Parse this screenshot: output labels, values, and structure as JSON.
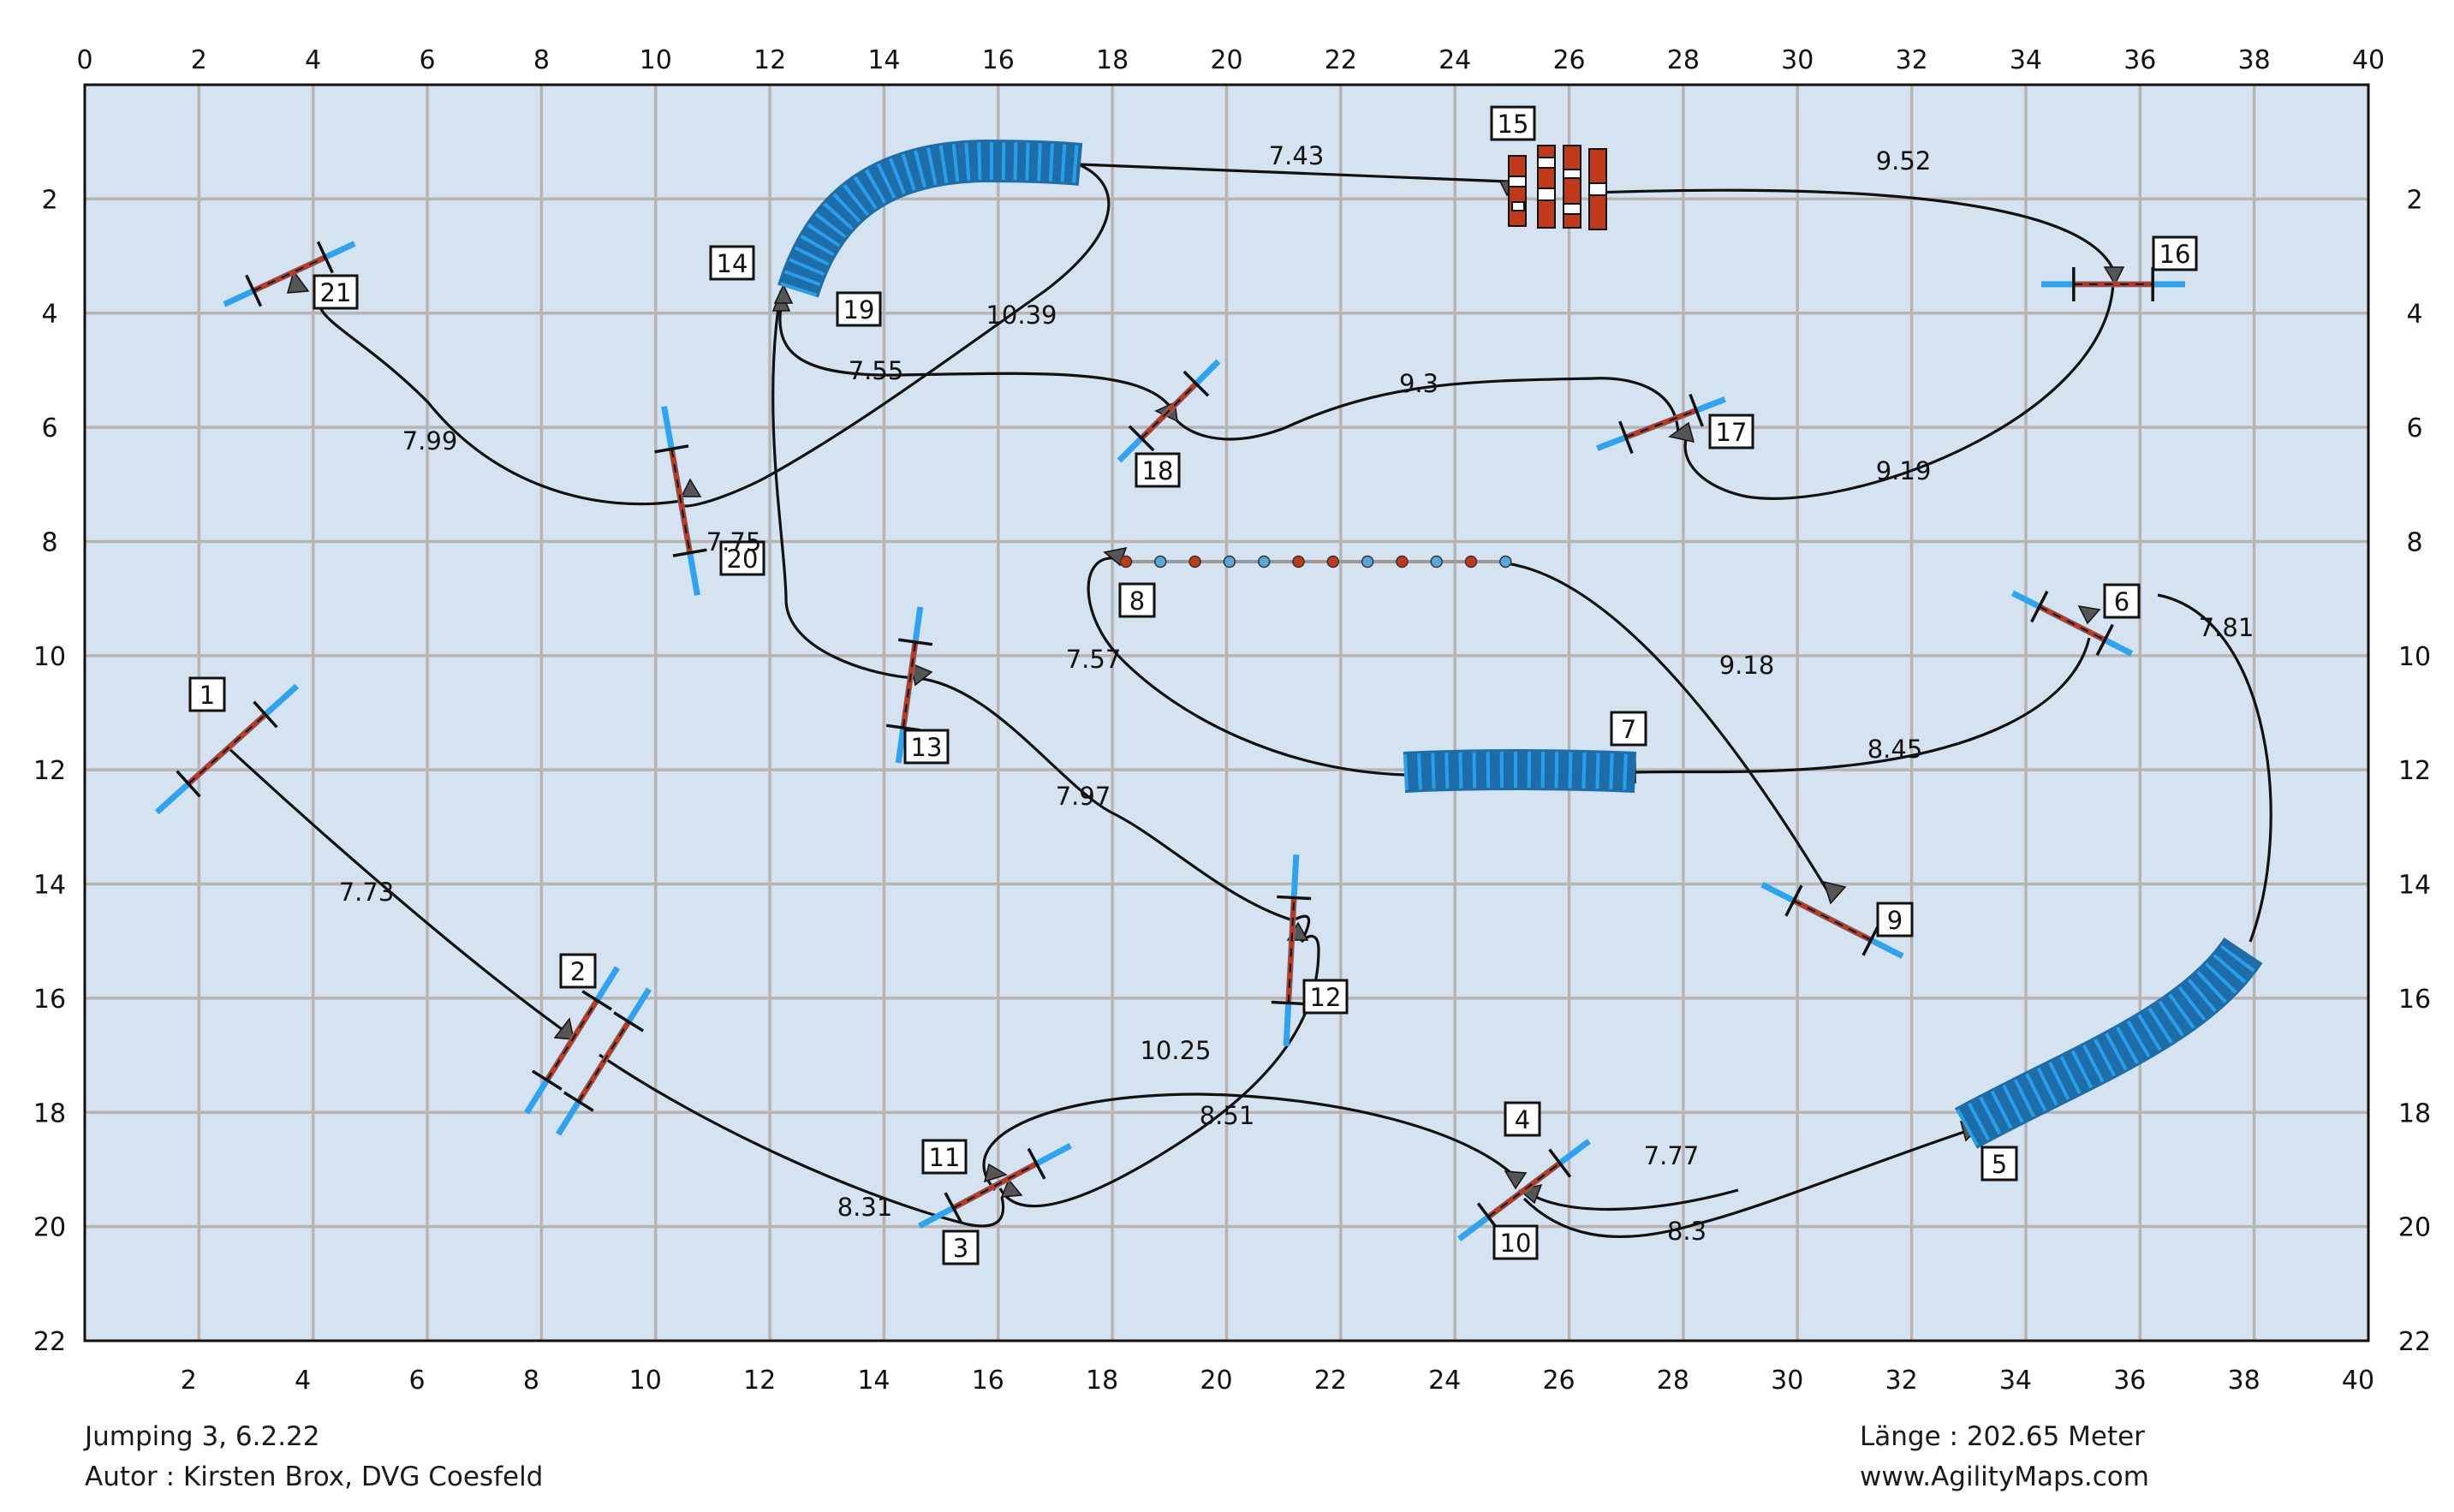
{
  "colors": {
    "field": "#d4e3ef",
    "grid": "#b5b5b5",
    "tunnel": "#2a9fe8",
    "pole_red": "#c0391b",
    "pole_blue": "#2ea4f0",
    "path": "#111111",
    "arrow": "#555555"
  },
  "axes": {
    "x_ticks_top": [
      "0",
      "2",
      "4",
      "6",
      "8",
      "10",
      "12",
      "14",
      "16",
      "18",
      "20",
      "22",
      "24",
      "26",
      "28",
      "30",
      "32",
      "34",
      "36",
      "38",
      "40"
    ],
    "x_ticks_bottom": [
      "2",
      "4",
      "6",
      "8",
      "10",
      "12",
      "14",
      "16",
      "18",
      "20",
      "22",
      "24",
      "26",
      "28",
      "30",
      "32",
      "34",
      "36",
      "38",
      "40"
    ],
    "y_ticks": [
      "2",
      "4",
      "6",
      "8",
      "10",
      "12",
      "14",
      "16",
      "18",
      "20",
      "22"
    ],
    "x_range": [
      0,
      40
    ],
    "y_range": [
      0,
      22
    ]
  },
  "course": {
    "obstacles": [
      {
        "number": "1",
        "type": "jump",
        "icon": "hurdle-icon"
      },
      {
        "number": "2",
        "type": "double-jump",
        "icon": "double-hurdle-icon"
      },
      {
        "number": "3",
        "type": "jump",
        "icon": "hurdle-icon"
      },
      {
        "number": "4",
        "type": "jump",
        "icon": "hurdle-icon"
      },
      {
        "number": "5",
        "type": "tunnel",
        "icon": "tunnel-icon"
      },
      {
        "number": "6",
        "type": "jump",
        "icon": "hurdle-icon"
      },
      {
        "number": "7",
        "type": "tunnel",
        "icon": "tunnel-icon"
      },
      {
        "number": "8",
        "type": "weave-poles",
        "icon": "weave-poles-icon"
      },
      {
        "number": "9",
        "type": "jump",
        "icon": "hurdle-icon"
      },
      {
        "number": "10",
        "type": "jump",
        "icon": "hurdle-icon"
      },
      {
        "number": "11",
        "type": "jump",
        "icon": "hurdle-icon"
      },
      {
        "number": "12",
        "type": "jump",
        "icon": "hurdle-icon"
      },
      {
        "number": "13",
        "type": "jump",
        "icon": "hurdle-icon"
      },
      {
        "number": "14",
        "type": "tunnel",
        "icon": "tunnel-icon"
      },
      {
        "number": "15",
        "type": "wall",
        "icon": "wall-icon"
      },
      {
        "number": "16",
        "type": "jump",
        "icon": "hurdle-icon"
      },
      {
        "number": "17",
        "type": "jump",
        "icon": "hurdle-icon"
      },
      {
        "number": "18",
        "type": "jump",
        "icon": "hurdle-icon"
      },
      {
        "number": "19",
        "type": "tunnel",
        "icon": "tunnel-icon"
      },
      {
        "number": "20",
        "type": "jump",
        "icon": "hurdle-icon"
      },
      {
        "number": "21",
        "type": "jump",
        "icon": "hurdle-icon"
      }
    ],
    "distances": [
      "7.73",
      "8.31",
      "7.77",
      "8.3",
      "7.81",
      "8.45",
      "7.57",
      "9.18",
      "8.51",
      "10.25",
      "7.97",
      "7.75",
      "7.43",
      "9.52",
      "9.19",
      "9.3",
      "7.55",
      "10.39",
      "7.99"
    ]
  },
  "footer": {
    "course_title": "Jumping 3, 6.2.22",
    "author": "Autor : Kirsten Brox, DVG Coesfeld",
    "length": "Länge : 202.65 Meter",
    "website": "www.AgilityMaps.com"
  }
}
